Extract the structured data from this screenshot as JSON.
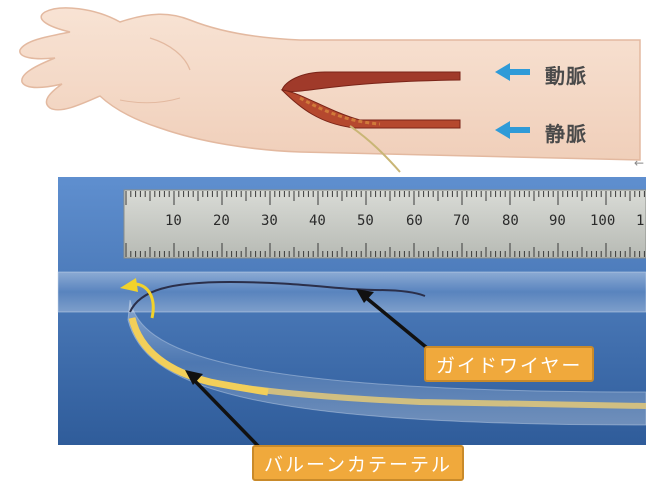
{
  "labels": {
    "artery": "動脈",
    "vein": "静脈",
    "guidewire": "ガイドワイヤー",
    "balloon_catheter": "バルーンカテーテル"
  },
  "ruler": {
    "ticks": [
      "10",
      "20",
      "30",
      "40",
      "50",
      "60",
      "70",
      "80",
      "90",
      "100",
      "1"
    ]
  },
  "corner_glyph": "←",
  "colors": {
    "panel_blue": "#3f6fae",
    "label_fill": "#f0a93c",
    "indicator_arrow": "#2f9bd8",
    "artery_red": "#b03a28",
    "curve_arrow": "#f2d22b"
  },
  "icons": [
    "hand-arm-illustration",
    "arrow-left-icon",
    "curved-arrow-icon",
    "pointer-arrow-icon"
  ]
}
